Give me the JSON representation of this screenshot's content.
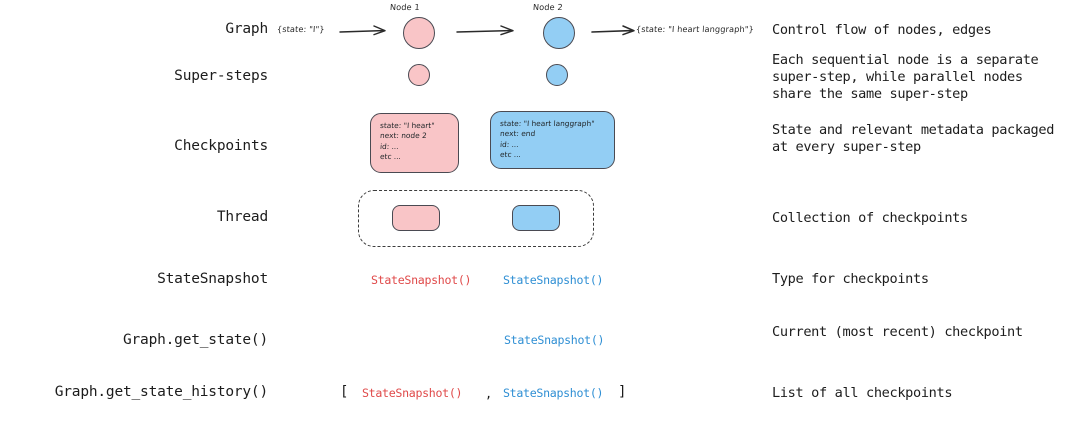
{
  "rows": [
    {
      "label": "Graph",
      "description": [
        "Control flow of nodes, edges"
      ]
    },
    {
      "label": "Super-steps",
      "description": [
        "Each sequential node is a separate",
        "super-step, while parallel nodes",
        "share the same super-step"
      ]
    },
    {
      "label": "Checkpoints",
      "description": [
        "State and relevant metadata packaged",
        "at every super-step"
      ]
    },
    {
      "label": "Thread",
      "description": [
        "Collection of checkpoints"
      ]
    },
    {
      "label": "StateSnapshot",
      "description": [
        "Type for checkpoints"
      ]
    },
    {
      "label": "Graph.get_state()",
      "description": [
        "Current (most recent) checkpoint"
      ]
    },
    {
      "label": "Graph.get_state_history()",
      "description": [
        "List of all checkpoints"
      ]
    }
  ],
  "graph_row": {
    "input_state": "{state: \"I\"}",
    "output_state": "{state: \"I heart langgraph\"}",
    "node1_label": "Node 1",
    "node2_label": "Node 2"
  },
  "checkpoints": {
    "pink": [
      "state: \"I heart\"",
      "next: node 2",
      "id: ...",
      "etc ..."
    ],
    "blue": [
      "state: \"I heart langgraph\"",
      "next: end",
      "id: ...",
      "etc ..."
    ]
  },
  "snapshot": {
    "token": "StateSnapshot()",
    "open_bracket": "[",
    "close_bracket": "]",
    "comma": ","
  },
  "colors": {
    "pink_fill": "#f9c5c7",
    "blue_fill": "#93cef4",
    "node_stroke": "#4a4a52",
    "snapshot_red": "#e04a4a",
    "snapshot_blue": "#2f8fd4",
    "text": "#1c1c1c"
  }
}
